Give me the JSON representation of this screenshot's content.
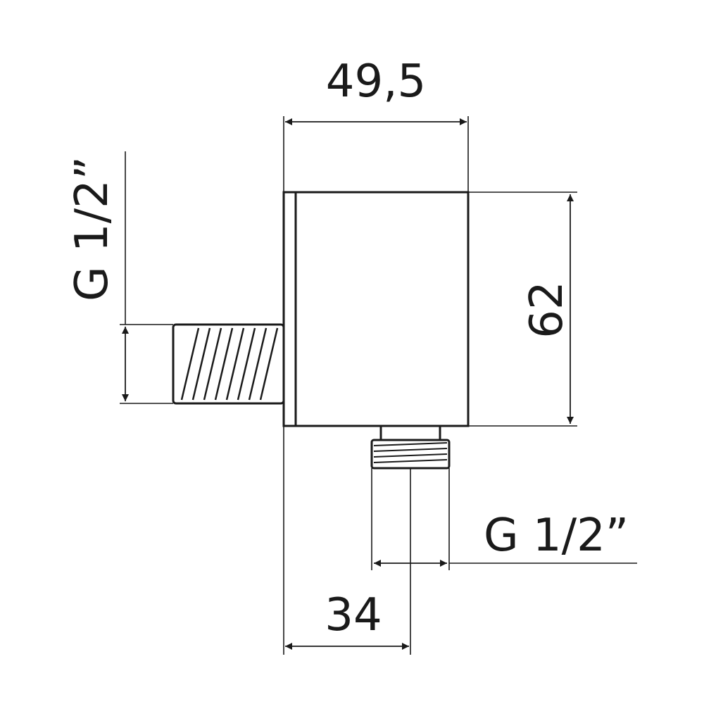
{
  "drawing": {
    "dimensions": {
      "width": "49,5",
      "height": "62",
      "offset": "34",
      "inlet_thread": "G 1/2”",
      "outlet_thread": "G 1/2”"
    },
    "colors": {
      "stroke": "#1a1a1a",
      "background": "#ffffff"
    }
  }
}
